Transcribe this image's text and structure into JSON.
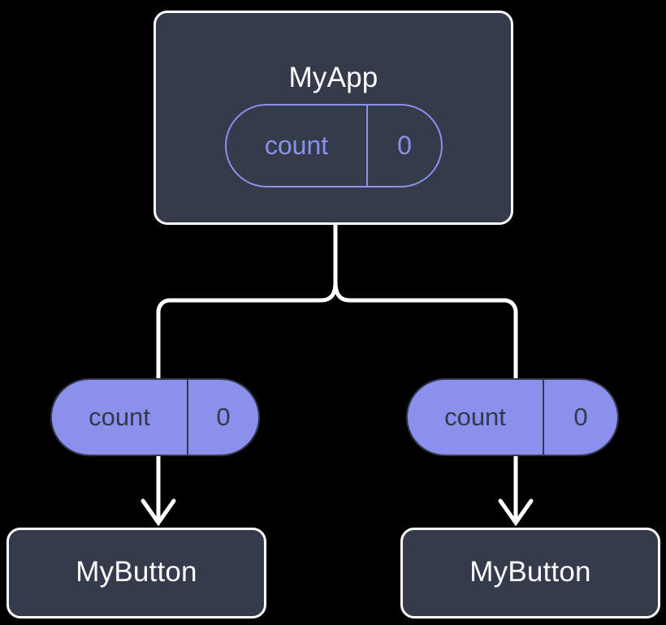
{
  "diagram": {
    "background": "#000000",
    "accent_color": "#8b90ec",
    "node_fill": "#343b4a",
    "stroke_color": "#ffffff"
  },
  "root": {
    "title": "MyApp",
    "state_pill": {
      "key": "count",
      "value": "0",
      "style": "outlined"
    }
  },
  "children": [
    {
      "prop_pill": {
        "key": "count",
        "value": "0",
        "style": "filled"
      },
      "title": "MyButton"
    },
    {
      "prop_pill": {
        "key": "count",
        "value": "0",
        "style": "filled"
      },
      "title": "MyButton"
    }
  ]
}
